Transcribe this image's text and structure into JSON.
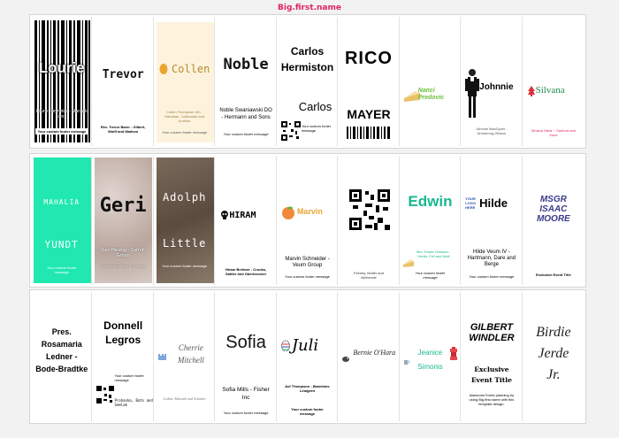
{
  "page": {
    "title": "Big.first.name"
  },
  "row1": {
    "c1": {
      "name": "Lourie",
      "sub": "Lourie Reynolds - Murazik and",
      "footer": "Your custom footer message"
    },
    "c2": {
      "name": "Trevor",
      "sub": "Rev. Trevor Barer - Gilbert, Wolff and Madsen"
    },
    "c3": {
      "name": "Collen",
      "sub": "Collen Thompson VIII - Hanahan, Jurtkowski and Korleke",
      "footer": "Your custom footer message"
    },
    "c4": {
      "name": "Noble",
      "sub": "Noble Swaniawski DO - Hermann and Sons",
      "footer": "Your custom footer message"
    },
    "c5": {
      "name": "Carlos Hermiston",
      "first": "Carlos",
      "footer": "Your custom footer message"
    },
    "c6": {
      "top": "RICO",
      "bottom": "MAYER"
    },
    "c7": {
      "name": "Nanci Predovic"
    },
    "c8": {
      "name": "Johnnie",
      "sub": "Johnnie MacGyver - Armstrong-Gibson"
    },
    "c9": {
      "name": "Silvana",
      "sub": "Silvana Hartz ~ Sanford and Sons"
    }
  },
  "row2": {
    "c1": {
      "first": "Mahalia",
      "last": "Yundt",
      "footer": "Your custom footer message"
    },
    "c2": {
      "name": "Geri",
      "sub": "Geri Herzog - Carroll Group",
      "footer": "Your custom footer message"
    },
    "c3": {
      "first": "Adolph",
      "last": "Little",
      "footer": "Your custom footer message"
    },
    "c4": {
      "name": "HIRAM",
      "sub": "Hiram Breitner - Crooks, Sattler and Oberbrunner"
    },
    "c5": {
      "name": "Marvin",
      "sub": "Marvin Schneider - Veum Group",
      "footer": "Your custom footer message"
    },
    "c6": {
      "sub": "Feeney, Muller and McKenzie"
    },
    "c7": {
      "name": "Edwin",
      "sub": "Mrs. Edwin Gislason - Harris, Feil and Wolf",
      "footer": "Your custom footer message"
    },
    "c8": {
      "logo": "YOUR LOGO HERE",
      "name": "Hilde",
      "sub": "Hilde Veum IV - Hartmann, Dare and Berge",
      "footer": "Your custom footer message"
    },
    "c9": {
      "name": "MSGR ISAAC MOORE",
      "footer": "Exclusive Event Title"
    }
  },
  "row3": {
    "c1": {
      "name": "Pres. Rosamaria Ledner - Bode-Bradtke"
    },
    "c2": {
      "name": "Donnell Legros",
      "footer": "Your custom footer message",
      "sub": "Prohaska, Bats and Semlak"
    },
    "c3": {
      "name": "Cherrie Mitchell",
      "sub": "Ledner, Murazik and Schaden"
    },
    "c4": {
      "name": "Sofia",
      "sub": "Sofia Mills - Fisher Inc",
      "footer": "Your custom footer message"
    },
    "c5": {
      "name": "Juli",
      "sub": "Juli Thompson - Bashirian-Lindgren",
      "footer": "Your custom footer message"
    },
    "c6": {
      "name": "Bernie O'Hara"
    },
    "c7": {
      "first": "Jeanice",
      "last": "Simonis"
    },
    "c8": {
      "name": "GILBERT WINDLER",
      "title": "Exclusive Event Title",
      "desc": "Awesome Event planning by using Big.first.name with this template design."
    },
    "c9": {
      "name": "Birdie Jerde Jr."
    }
  },
  "colors": {
    "accent": "#e0245e",
    "teal": "#20c9a0",
    "green": "#18b98f",
    "lime": "#6bc03a"
  }
}
